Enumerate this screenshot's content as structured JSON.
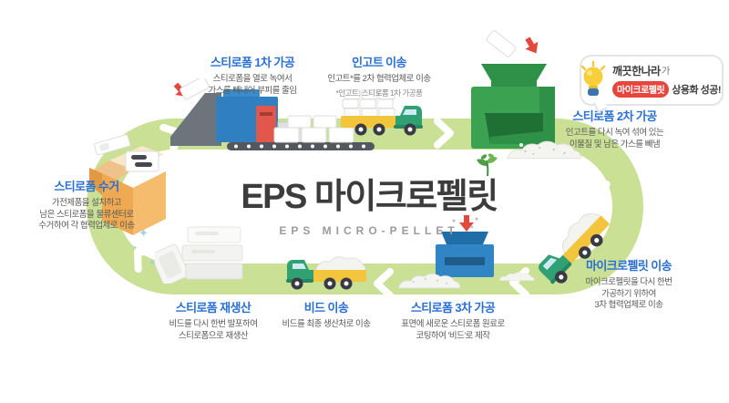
{
  "palette": {
    "ring_green": "#c9e095",
    "title_blue": "#2a6fd4",
    "text_gray": "#5a5a5a",
    "center_dark": "#3c3c3c",
    "accent_red": "#e8453c",
    "machine_green": "#3aa251",
    "machine_blue": "#2f7fc1",
    "truck_green": "#2fa173",
    "truck_yellow": "#f3c53c",
    "box_orange": "#efa952"
  },
  "center": {
    "title": "EPS 마이크로펠릿",
    "subtitle": "EPS MICRO-PELLET"
  },
  "bubble": {
    "brand": "깨끗한나라",
    "particle": "가",
    "highlight": "마이크로펠릿",
    "suffix": "상용화 성공!"
  },
  "icons": {
    "sparkle": "✦"
  },
  "stations": {
    "collect": {
      "title": "스티로폼 수거",
      "desc": [
        "가전제품을 설치하고",
        "남은 스티로폼을 물류센터로",
        "수거하여 각 협력업체로 이송"
      ]
    },
    "process1": {
      "title": "스티로폼 1차 가공",
      "desc": [
        "스티로폼을 열로 녹여서",
        "가스를 빼내어 부피를 줄임"
      ]
    },
    "ingot_move": {
      "title": "인고트 이송",
      "desc": [
        "인고트*를 2차 협력업체로 이송"
      ],
      "note": "*인고트: 스티로폼 1차 가공품"
    },
    "process2": {
      "title": "스티로폼 2차 가공",
      "desc": [
        "인고트를 다시 녹여 섞여 있는",
        "이물질 및 남은 가스를 빼냄"
      ]
    },
    "pellet_move": {
      "title": "마이크로펠릿 이송",
      "desc": [
        "마이크로펠릿을 다시 한번",
        "가공하기 위하여",
        "3차 협력업체로 이송"
      ]
    },
    "process3": {
      "title": "스티로폼 3차 가공",
      "desc": [
        "표면에 새로운 스티로폼 원료로",
        "코팅하여 '비드'로 제작"
      ]
    },
    "bead_move": {
      "title": "비드 이송",
      "desc": [
        "비드를 최종 생산처로 이송"
      ]
    },
    "regen": {
      "title": "스티로폼 재생산",
      "desc": [
        "비드를 다시 한번 발포하여",
        "스티로폼으로 재생산"
      ]
    }
  }
}
